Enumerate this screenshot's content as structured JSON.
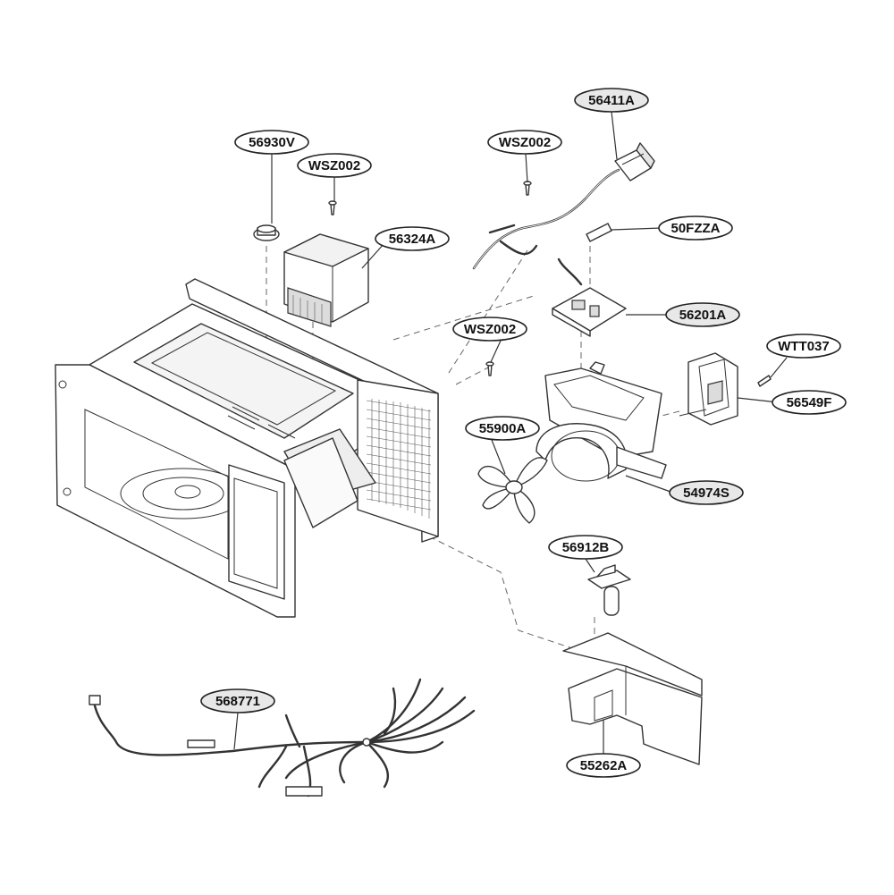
{
  "labels": {
    "l56930V": "56930V",
    "lWSZ002a": "WSZ002",
    "l56324A": "56324A",
    "lWSZ002b": "WSZ002",
    "l56411A": "56411A",
    "l50FZZA": "50FZZA",
    "l56201A": "56201A",
    "lWSZ002c": "WSZ002",
    "lWTT037": "WTT037",
    "l56549F": "56549F",
    "l55900A": "55900A",
    "l54974S": "54974S",
    "l56912B": "56912B",
    "l568771": "568771",
    "l55262A": "55262A"
  }
}
